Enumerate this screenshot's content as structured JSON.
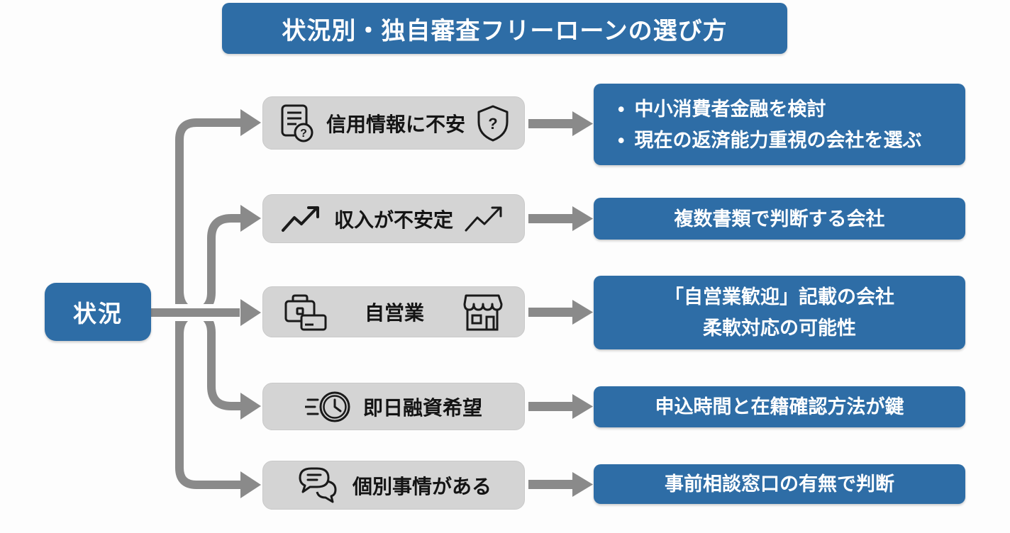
{
  "title": "状況別・独自審査フリーローンの選び方",
  "root": {
    "label": "状況"
  },
  "rows": [
    {
      "condition": "信用情報に不安",
      "icons": [
        "document-question-icon",
        "shield-question-icon"
      ],
      "icon_glyph": "?",
      "bullet": "•",
      "result_lines": [
        "中小消費者金融を検討",
        "現在の返済能力重視の会社を選ぶ"
      ]
    },
    {
      "condition": "収入が不安定",
      "icons": [
        "trend-up-arrow-icon",
        "trend-up-arrow-icon"
      ],
      "result_lines": [
        "複数書類で判断する会社"
      ]
    },
    {
      "condition": "自営業",
      "icons": [
        "briefcase-card-icon",
        "storefront-icon"
      ],
      "result_lines": [
        "「自営業歓迎」記載の会社",
        "柔軟対応の可能性"
      ]
    },
    {
      "condition": "即日融資希望",
      "icons": [
        "speed-clock-icon"
      ],
      "result_lines": [
        "申込時間と在籍確認方法が鍵"
      ]
    },
    {
      "condition": "個別事情がある",
      "icons": [
        "speech-bubbles-icon"
      ],
      "result_lines": [
        "事前相談窓口の有無で判断"
      ]
    }
  ],
  "colors": {
    "accent_blue": "#2E6DA6",
    "box_gray": "#D4D4D4",
    "connector_gray": "#8A8A8A",
    "icon_black": "#1A1A1A"
  }
}
